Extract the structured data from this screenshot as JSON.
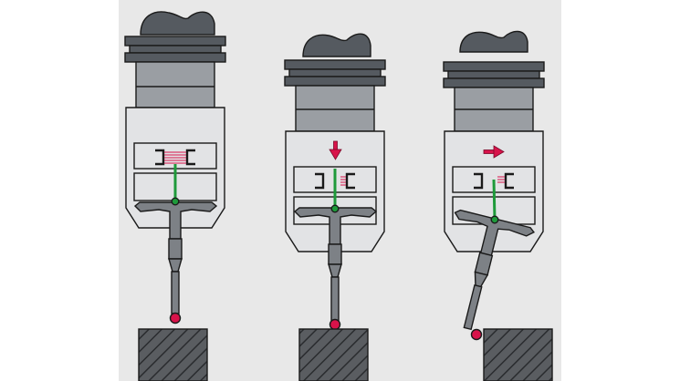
{
  "figure": {
    "colors": {
      "page_background": "#ffffff",
      "panel_background": "#e8e8e8",
      "housing_dark": "#555a60",
      "housing_mid": "#9a9ea3",
      "body_light": "#e2e3e5",
      "outline": "#1a1a1a",
      "stylus": "#7d8186",
      "signal_red": "#d8134a",
      "contact_green": "#1e9a3a",
      "workpiece_fill": "#5a5d61"
    },
    "panels": [
      {
        "state": "at rest",
        "deflection": "none"
      },
      {
        "state": "vertical touch",
        "deflection": "down",
        "arrow_icon": "arrow-down-icon"
      },
      {
        "state": "lateral touch",
        "deflection": "right",
        "arrow_icon": "arrow-right-icon"
      }
    ]
  }
}
